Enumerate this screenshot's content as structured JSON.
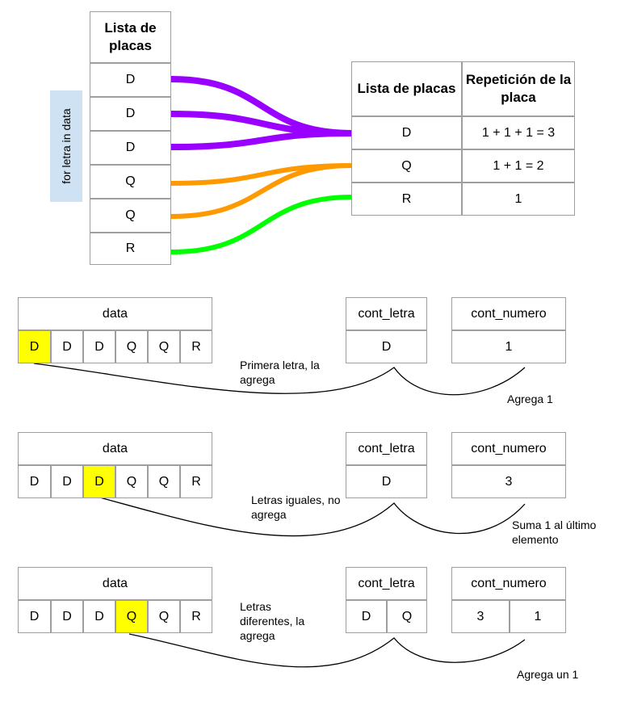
{
  "loop_label": "for letra in data",
  "left_table": {
    "header": "Lista de placas",
    "rows": [
      "D",
      "D",
      "D",
      "Q",
      "Q",
      "R"
    ]
  },
  "right_table": {
    "headers": [
      "Lista de placas",
      "Repetición de la placa"
    ],
    "rows": [
      {
        "placa": "D",
        "repeticion": "1 + 1 + 1 = 3"
      },
      {
        "placa": "Q",
        "repeticion": "1 + 1 = 2"
      },
      {
        "placa": "R",
        "repeticion": "1"
      }
    ]
  },
  "connector_colors": {
    "D": "#9900ff",
    "Q": "#ff9900",
    "R": "#00ff00"
  },
  "highlight_color": "#ffff00",
  "steps": [
    {
      "data_label": "data",
      "data": [
        "D",
        "D",
        "D",
        "Q",
        "Q",
        "R"
      ],
      "highlight_index": 0,
      "cont_letra_label": "cont_letra",
      "cont_letra": [
        "D"
      ],
      "cont_numero_label": "cont_numero",
      "cont_numero": [
        "1"
      ],
      "note_left": "Primera letra, la agrega",
      "note_right": "Agrega 1"
    },
    {
      "data_label": "data",
      "data": [
        "D",
        "D",
        "D",
        "Q",
        "Q",
        "R"
      ],
      "highlight_index": 2,
      "cont_letra_label": "cont_letra",
      "cont_letra": [
        "D"
      ],
      "cont_numero_label": "cont_numero",
      "cont_numero": [
        "3"
      ],
      "note_left": "Letras iguales, no agrega",
      "note_right": "Suma 1 al último elemento"
    },
    {
      "data_label": "data",
      "data": [
        "D",
        "D",
        "D",
        "Q",
        "Q",
        "R"
      ],
      "highlight_index": 3,
      "cont_letra_label": "cont_letra",
      "cont_letra": [
        "D",
        "Q"
      ],
      "cont_numero_label": "cont_numero",
      "cont_numero": [
        "3",
        "1"
      ],
      "note_left": "Letras diferentes, la agrega",
      "note_right": "Agrega un 1"
    }
  ]
}
